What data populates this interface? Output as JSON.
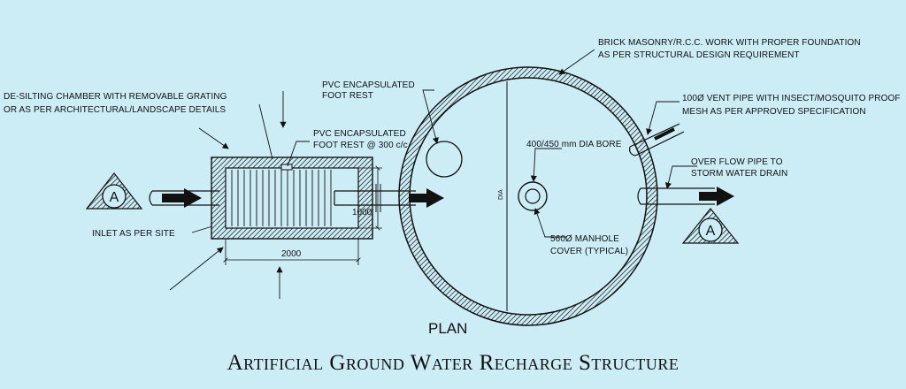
{
  "labels": {
    "brick_masonry_l1": "BRICK MASONRY/R.C.C. WORK WITH PROPER FOUNDATION",
    "brick_masonry_l2": "AS PER STRUCTURAL DESIGN REQUIREMENT",
    "pvc_foot_rest_l1": "PVC ENCAPSULATED",
    "pvc_foot_rest_l2": "FOOT REST",
    "desilting_l1": "DE-SILTING CHAMBER WITH REMOVABLE GRATING",
    "desilting_l2": "OR AS PER ARCHITECTURAL/LANDSCAPE DETAILS",
    "pvc_300_l1": "PVC ENCAPSULATED",
    "pvc_300_l2": "FOOT REST @ 300 c/c",
    "vent_l1": "100Ø VENT PIPE WITH INSECT/MOSQUITO PROOF",
    "vent_l2": "MESH AS PER APPROVED SPECIFICATION",
    "bore": "400/450 mm DIA BORE",
    "overflow_l1": "OVER FLOW PIPE TO",
    "overflow_l2": "STORM WATER DRAIN",
    "inlet": "INLET AS PER SITE",
    "manhole_l1": "560Ø MANHOLE",
    "manhole_l2": "COVER (TYPICAL)",
    "dia": "DIA"
  },
  "dimensions": {
    "width": "2000",
    "depth": "1000"
  },
  "section_marker": "A",
  "plan_label": "PLAN",
  "title": {
    "w1_cap": "A",
    "w1_rest": "RTIFICIAL",
    "w2_cap": "G",
    "w2_rest": "ROUND",
    "w3_cap": "W",
    "w3_rest": "ATER",
    "w4_cap": "R",
    "w4_rest": "ECHARGE",
    "w5_cap": "S",
    "w5_rest": "TRUCTURE"
  },
  "colors": {
    "background": "#ccecf6",
    "line": "#111111"
  }
}
